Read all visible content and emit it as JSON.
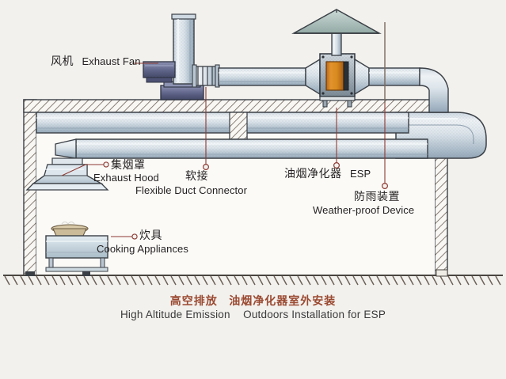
{
  "diagram": {
    "title_cn": "油烟净化器室外安装",
    "title_en": "Outdoors Installation for ESP",
    "caption": {
      "cn_left": "高空排放",
      "cn_right": "油烟净化器室外安装",
      "en_left": "High Altitude Emission",
      "en_right": "Outdoors Installation for ESP"
    },
    "labels": [
      {
        "id": "fan",
        "cn": "风机",
        "en": "Exhaust Fan"
      },
      {
        "id": "hood",
        "cn": "集烟罩",
        "en": "Exhaust Hood"
      },
      {
        "id": "flex",
        "cn": "软接",
        "en": "Flexible Duct Connector"
      },
      {
        "id": "esp",
        "cn": "油烟净化器",
        "en": "ESP"
      },
      {
        "id": "rain",
        "cn": "防雨装置",
        "en": "Weather-proof Device"
      },
      {
        "id": "cook",
        "cn": "炊具",
        "en": "Cooking Appliances"
      }
    ],
    "components": [
      {
        "name": "weather-proof-cap",
        "shape": "pyramid-cap"
      },
      {
        "name": "vertical-discharge-stack",
        "shape": "vertical-duct"
      },
      {
        "name": "esp-unit",
        "shape": "box-with-access-panel"
      },
      {
        "name": "exhaust-fan-unit",
        "shape": "fan-with-motor"
      },
      {
        "name": "flexible-duct-connector",
        "shape": "bellows"
      },
      {
        "name": "horizontal-duct",
        "shape": "duct-run"
      },
      {
        "name": "u-turn-duct",
        "shape": "u-bend"
      },
      {
        "name": "exhaust-hood",
        "shape": "trapezoid-hood"
      },
      {
        "name": "cooking-stove",
        "shape": "stove-with-wok"
      },
      {
        "name": "building-wall",
        "shape": "hatched-section"
      },
      {
        "name": "roof-slab",
        "shape": "hatched-slab"
      },
      {
        "name": "ground-line",
        "shape": "hatched-ground"
      }
    ],
    "colors": {
      "background": "#f2f1ee",
      "duct_light": "#e8edf1",
      "duct_mid": "#b9c6d2",
      "duct_dark": "#8193a4",
      "outline": "#3a3f45",
      "wall_fill": "#f7f6f2",
      "hatch": "#6e6258",
      "leader": "#8e3b33",
      "esp_panel": "#d98b1f",
      "caption_cn": "#9b4a31",
      "text": "#231f20",
      "cap_roof": "#9fb3ae",
      "motor": "#5b6080",
      "stove": "#cdd9e0"
    }
  }
}
